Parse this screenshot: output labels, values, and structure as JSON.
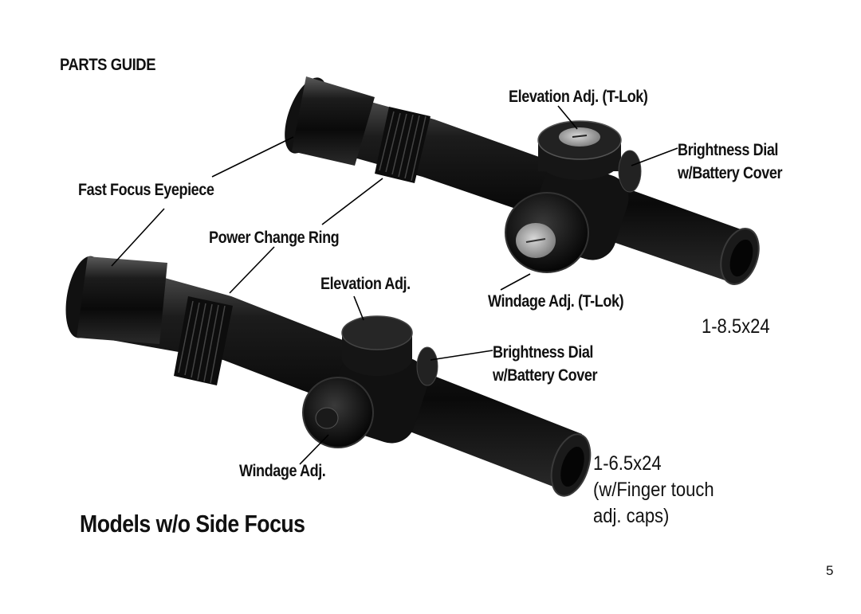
{
  "heading": "PARTS GUIDE",
  "labels": {
    "elevation_tlok": "Elevation Adj. (T-Lok)",
    "brightness_top_1": "Brightness Dial",
    "brightness_top_2": "w/Battery Cover",
    "fast_focus": "Fast Focus Eyepiece",
    "power_ring": "Power Change Ring",
    "elevation": "Elevation Adj.",
    "windage_tlok": "Windage Adj. (T-Lok)",
    "brightness_bottom_1": "Brightness Dial",
    "brightness_bottom_2": "w/Battery Cover",
    "windage": "Windage Adj."
  },
  "models": {
    "top": "1-8.5x24",
    "bottom_1": "1-6.5x24",
    "bottom_2": "(w/Finger touch",
    "bottom_3": "adj. caps)"
  },
  "title": "Models w/o Side Focus",
  "page_number": "5"
}
